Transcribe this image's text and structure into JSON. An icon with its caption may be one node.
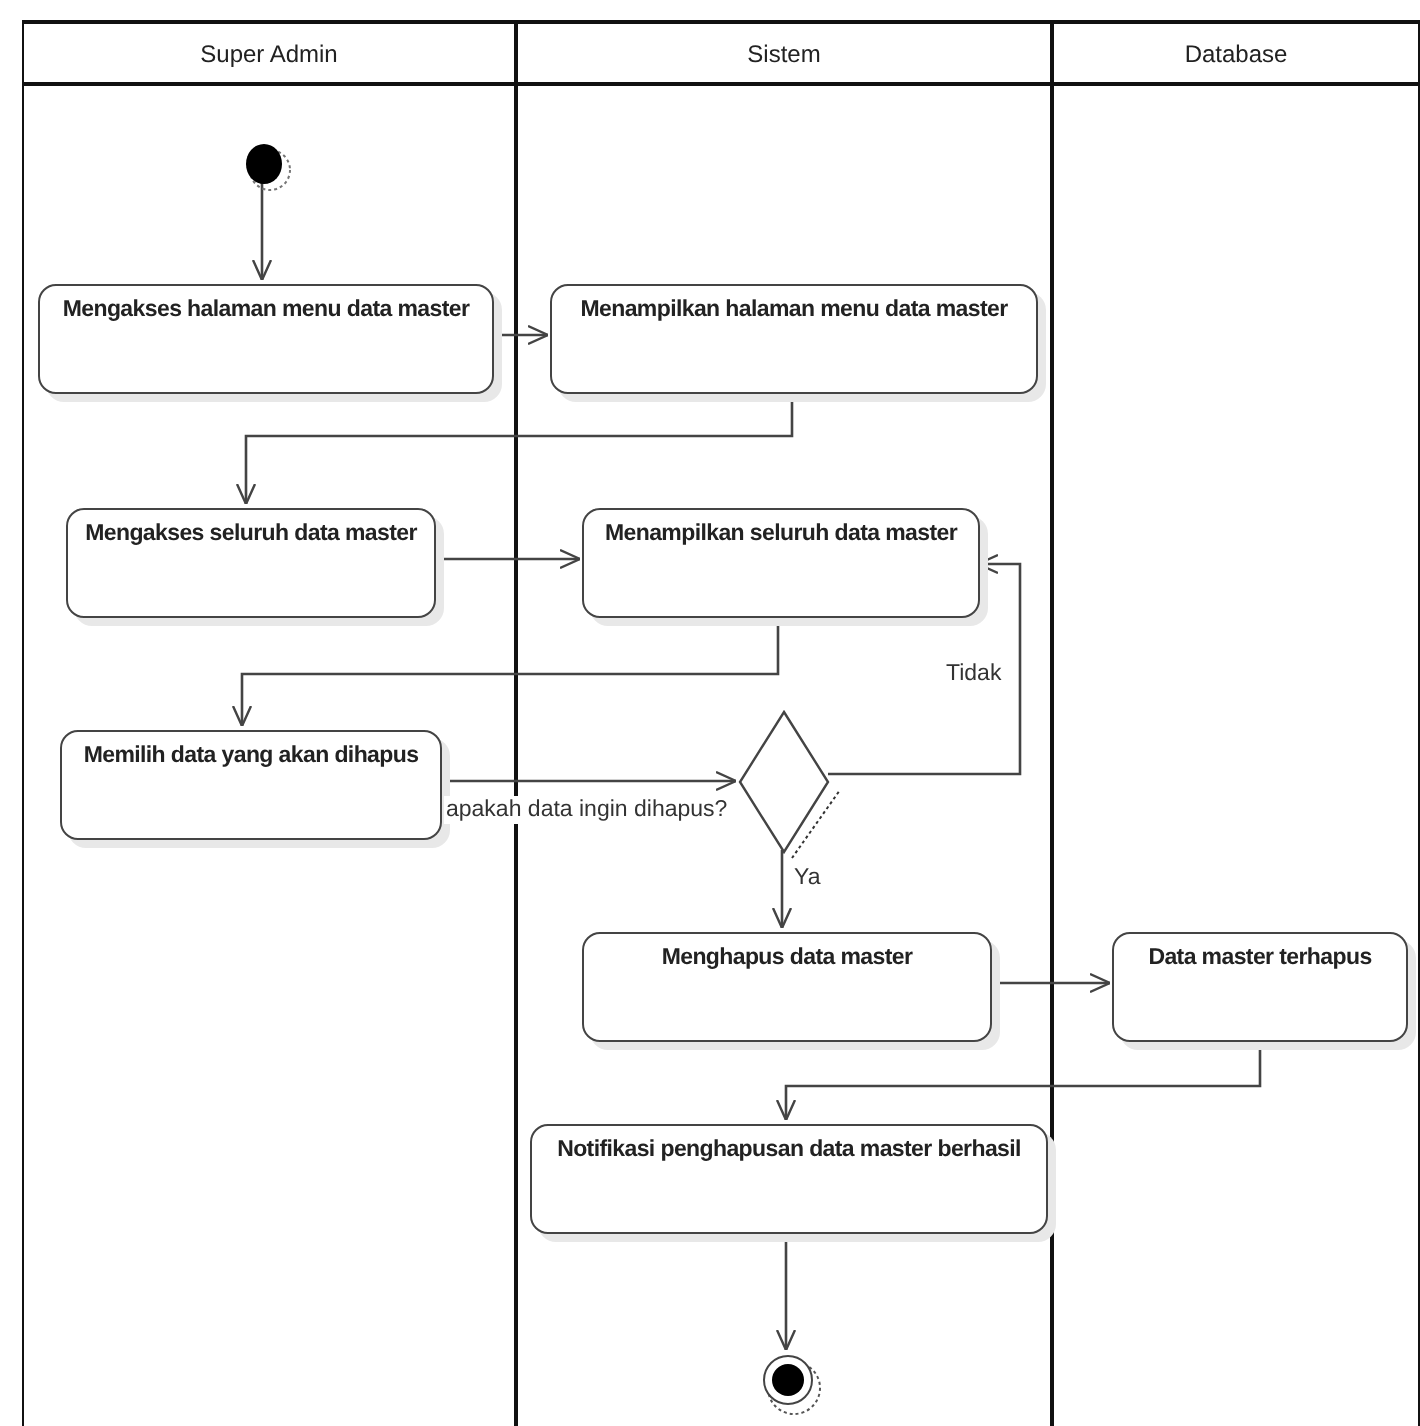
{
  "diagram": {
    "nodes": [
      {
        "text": [
          "Super Admin"
        ]
      },
      {
        "text": [
          "Sistem"
        ]
      },
      {
        "text": [
          "Database"
        ]
      },
      {
        "text": [],
        "shape": "circle",
        "in": 0
      },
      {
        "text": [
          "Mengakses halaman menu data master"
        ],
        "in": 0
      },
      {
        "text": [
          "Menampilkan halaman menu data master"
        ],
        "in": 1
      },
      {
        "text": [
          "Mengakses seluruh data master"
        ],
        "in": 0
      },
      {
        "text": [
          "Menampilkan seluruh data master"
        ],
        "in": 1
      },
      {
        "text": [
          "Memilih data yang akan dihapus"
        ],
        "in": 0
      },
      {
        "text": [],
        "shape": "diamond",
        "in": 1,
        "beside": [
          "apakah data ingin dihapus?"
        ]
      },
      {
        "text": [
          "Menghapus data master"
        ],
        "in": 1
      },
      {
        "text": [
          "Data master terhapus"
        ],
        "in": 2
      },
      {
        "text": [
          "Notifikasi penghapusan data master berhasil"
        ],
        "in": 1
      },
      {
        "text": [],
        "shape": "bullseye",
        "in": 1
      }
    ],
    "edges": [
      {
        "from": 3,
        "to": 4,
        "arrow": "to"
      },
      {
        "from": 4,
        "to": 5,
        "arrow": "to"
      },
      {
        "from": 5,
        "to": 6,
        "arrow": "to"
      },
      {
        "from": 6,
        "to": 7,
        "arrow": "to"
      },
      {
        "from": 7,
        "to": 8,
        "arrow": "to"
      },
      {
        "from": 8,
        "to": 9,
        "arrow": "to"
      },
      {
        "from": 9,
        "to": 7,
        "arrow": "to",
        "label": "Tidak"
      },
      {
        "from": 9,
        "to": 10,
        "arrow": "to",
        "label": "Ya"
      },
      {
        "from": 10,
        "to": 11,
        "arrow": "to"
      },
      {
        "from": 11,
        "to": 12,
        "arrow": "to"
      },
      {
        "from": 12,
        "to": 13,
        "arrow": "to"
      }
    ]
  }
}
